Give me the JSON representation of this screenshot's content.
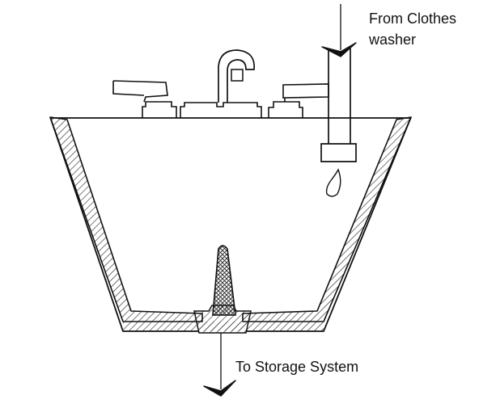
{
  "labels": {
    "inlet_line1": "From Clothes",
    "inlet_line2": "washer",
    "outlet": "To Storage System"
  }
}
